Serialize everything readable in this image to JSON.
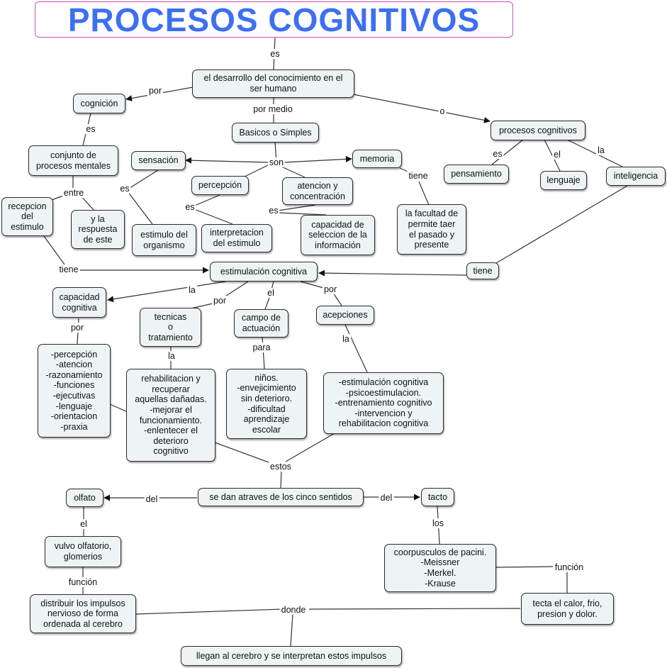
{
  "title": "PROCESOS COGNITIVOS",
  "colors": {
    "title_text": "#3d6ff2",
    "title_border": "#c84ec0",
    "node_fill": "#eef3f5",
    "node_border": "#2b2b2b",
    "line": "#333333"
  },
  "nodes": {
    "desarrollo": "el desarrollo del conocimiento en el\nser humano",
    "cognicion": "cognición",
    "basicos": "Basicos o Simples",
    "procesos_cog": "procesos cognitivos",
    "conjunto": "conjunto de\nprocesos mentales",
    "sensacion": "sensación",
    "memoria": "memoria",
    "pensamiento": "pensamiento",
    "lenguaje": "lenguaje",
    "inteligencia": "inteligencia",
    "percepcion": "percepción",
    "atencion": "atencion y\nconcentración",
    "recepcion": "recepcion\ndel\nestimulo",
    "respuesta": "y la\nrespuesta\nde este",
    "estimulo_org": "estimulo del\norganismo",
    "interpretacion": "interpretacion\ndel estimulo",
    "capacidad_sel": "capacidad de\nseleccion de la\ninformación",
    "facultad": "la facultad de\npermite taer\nel pasado y\npresente",
    "estimulacion": "estimulación cognitiva",
    "tiene_node": "tiene",
    "capacidad_cog": "capacidad\ncognitiva",
    "tecnicas": "tecnicas\no\ntratamiento",
    "campo": "campo de\nactuación",
    "acepciones": "acepciones",
    "lista_cap": "-percepción\n-atencion\n-razonamiento\n-funciones\n-ejecutivas\n-lenguaje\n-orientacion\n-praxia",
    "rehab": "rehabilitacion y\nrecuperar\naquellas dañadas.\n-mejorar el\nfuncionamiento.\n-enlentecer el\ndeterioro\ncognitivo",
    "ninos": "niños.\n-envejicimiento\nsin deterioro.\n-dificultad\naprendizaje\nescolar",
    "lista_acep": "-estimulación cognitiva\n-psicoestimulacion.\n-entrenamiento cognitivo\n-intervencion y\nrehabilitacion cognitiva",
    "sentidos": "se dan atraves de los cinco sentidos",
    "olfato": "olfato",
    "tacto": "tacto",
    "vulvo": "vulvo olfatorio,\nglomerios",
    "corpusculos": "coorpusculos de pacini.\n-Meissner\n-Merkel.\n-Krause",
    "distribuir": "distribuir los impulsos\nnervioso de forma\nordenada al cerebro",
    "tecta": "tecta el calor, frio,\npresion y dolor.",
    "llegan": "llegan al cerebro y se interpretan estos impulsos"
  },
  "labels": {
    "es1": "es",
    "por1": "por",
    "por_medio": "por medio",
    "o": "o",
    "es2": "es",
    "son": "son",
    "es_pens": "es",
    "el_leng": "el",
    "la_int": "la",
    "es_sens": "es",
    "entre": "entre",
    "es_perc": "es",
    "es_aten": "es",
    "tiene_mem": "tiene",
    "tiene_left": "tiene",
    "la_cap": "la",
    "por_tec": "por",
    "el_campo": "el",
    "por_acep": "por",
    "por_lista": "por",
    "la_rehab": "la",
    "para": "para",
    "la_acep": "la",
    "estos": "estos",
    "del_olf": "del",
    "del_tac": "del",
    "el_vulvo": "el",
    "los": "los",
    "funcion_l": "función",
    "funcion_r": "función",
    "donde": "donde"
  }
}
